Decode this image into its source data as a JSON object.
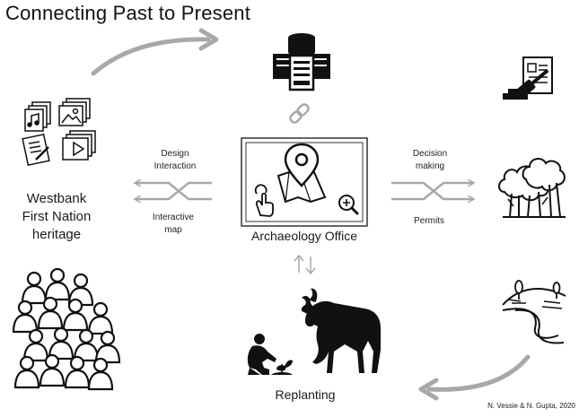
{
  "title": "Connecting Past to Present",
  "heritage": {
    "line1": "Westbank",
    "line2": "First Nation",
    "line3": "heritage"
  },
  "left_flow": {
    "top_line1": "Design",
    "top_line2": "Interaction",
    "bottom_line1": "Interactive",
    "bottom_line2": "map"
  },
  "right_flow": {
    "top_line1": "Decision",
    "top_line2": "making",
    "bottom": "Permits"
  },
  "office_label": "Archaeology Office",
  "replanting_label": "Replanting",
  "credit": "N. Vessie & N. Gupta, 2020",
  "colors": {
    "arrow_gray": "#a8a8a8",
    "icon_black": "#111111",
    "outline": "#333333"
  },
  "icons": [
    "media-files-icon",
    "database-server-icon",
    "link-icon",
    "gavel-document-icon",
    "forest-icon",
    "map-pin-icon",
    "touch-hand-icon",
    "zoom-in-icon",
    "community-people-icon",
    "gardener-icon",
    "moose-icon",
    "landscape-road-icon"
  ]
}
